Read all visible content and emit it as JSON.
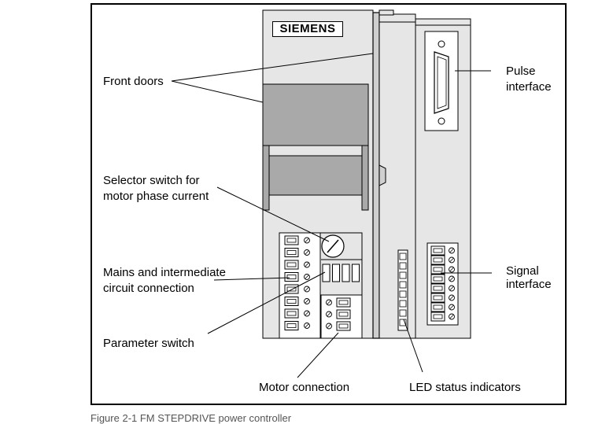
{
  "brand": "SIEMENS",
  "labels": {
    "front_doors": "Front doors",
    "selector_switch_1": "Selector switch for",
    "selector_switch_2": "motor phase current",
    "mains_1": "Mains and intermediate",
    "mains_2": "circuit connection",
    "parameter_switch": "Parameter switch",
    "motor_connection": "Motor connection",
    "led_status": "LED status indicators",
    "pulse_1": "Pulse",
    "pulse_2": "interface",
    "signal_1": "Signal",
    "signal_2": "interface"
  },
  "caption": "Figure 2-1 FM STEPDRIVE power controller",
  "colors": {
    "module": "#e6e6e6",
    "door": "#a9a9a9",
    "line": "#000000",
    "background": "#ffffff"
  }
}
